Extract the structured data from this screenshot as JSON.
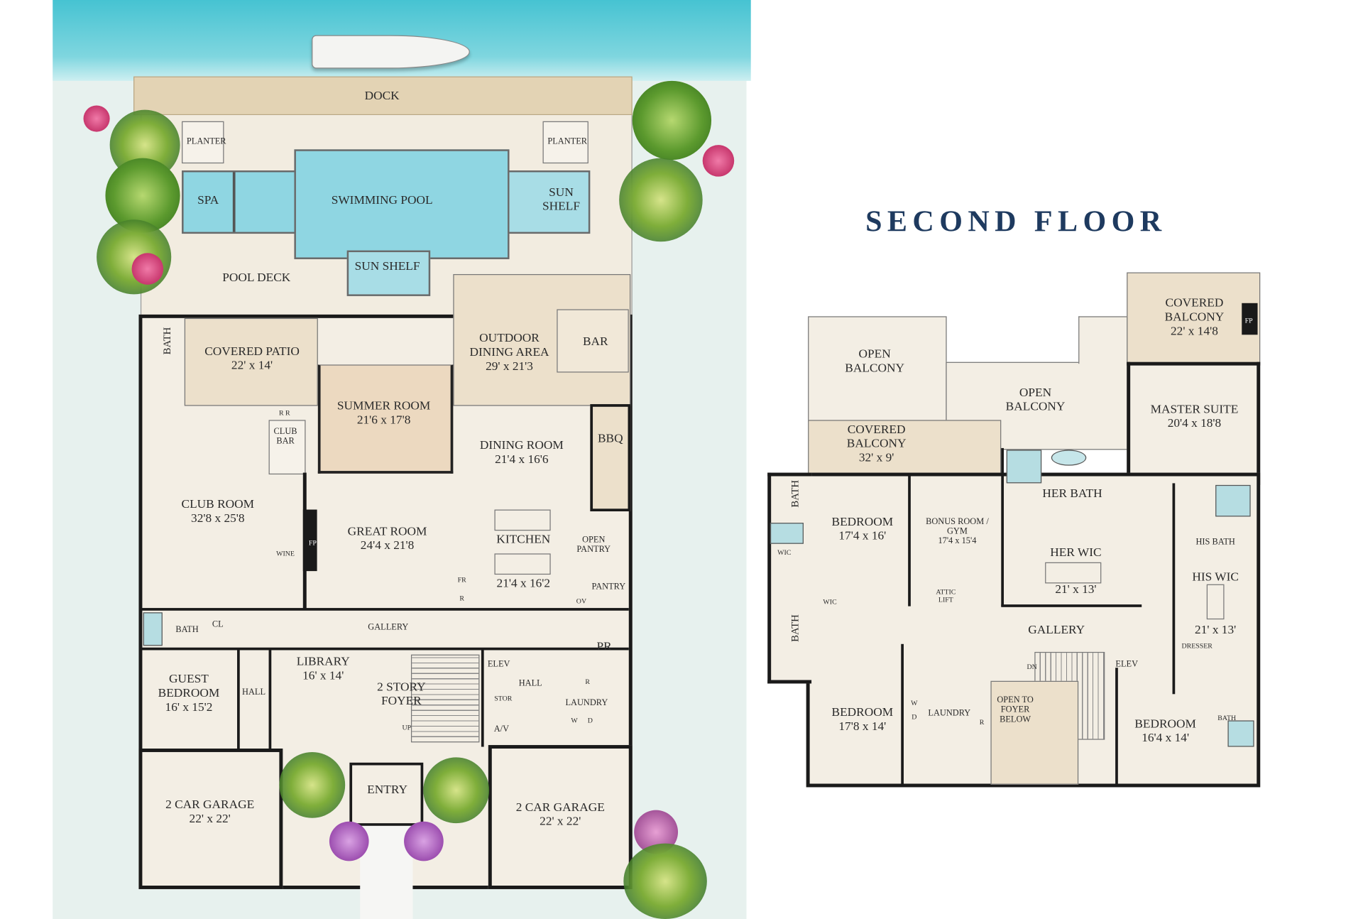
{
  "title": "SECOND FLOOR",
  "colors": {
    "title": "#1e3a5f",
    "water": "#46c3d2",
    "pool": "#8fd6e2",
    "covered": "#ece0cb",
    "floor": "#f3eee4",
    "wall": "#1a1a1a"
  },
  "first_floor": {
    "dock": "DOCK",
    "planter_left": "PLANTER",
    "planter_right": "PLANTER",
    "spa": "SPA",
    "swimming_pool": "SWIMMING POOL",
    "sun_shelf_right": "SUN\nSHELF",
    "sun_shelf_bottom": "SUN SHELF",
    "pool_deck": "POOL DECK",
    "bath_patio": "BATH",
    "covered_patio": "COVERED PATIO\n22' x 14'",
    "outdoor_dining": "OUTDOOR\nDINING AREA\n29' x 21'3",
    "bar": "BAR",
    "summer_room": "SUMMER ROOM\n21'6 x 17'8",
    "club_bar_r": "R  R",
    "club_bar": "CLUB\nBAR",
    "bbq": "BBQ",
    "dining_room": "DINING ROOM\n21'4  x 16'6",
    "club_room": "CLUB ROOM\n32'8  x 25'8",
    "wine": "WINE",
    "fp": "FP",
    "great_room": "GREAT ROOM\n24'4  x 21'8",
    "kitchen": "KITCHEN",
    "kitchen_size": "21'4  x 16'2",
    "fr": "FR",
    "r_kitchen": "R",
    "open_pantry": "OPEN\nPANTRY",
    "pantry": "PANTRY",
    "ov": "OV",
    "gallery": "GALLERY",
    "bath_guest": "BATH",
    "cl": "CL",
    "pr": "PR",
    "guest_bedroom": "GUEST\nBEDROOM\n16' x 15'2",
    "hall_left": "HALL",
    "library": "LIBRARY\n16' x 14'",
    "foyer": "2 STORY\nFOYER",
    "up": "UP",
    "elev": "ELEV",
    "hall_right": "HALL",
    "stor": "STOR",
    "laundry": "LAUNDRY",
    "r_laundry": "R",
    "w": "W",
    "d": "D",
    "av": "A/V",
    "entry": "ENTRY",
    "garage_left": "2 CAR GARAGE\n22' x 22'",
    "garage_right": "2 CAR GARAGE\n22' x 22'"
  },
  "second_floor": {
    "open_balcony_left": "OPEN\nBALCONY",
    "open_balcony_center": "OPEN\nBALCONY",
    "covered_balcony_master": "COVERED\nBALCONY\n22' x 14'8",
    "fp": "FP",
    "covered_balcony": "COVERED\nBALCONY\n32' x 9'",
    "master_suite": "MASTER SUITE\n20'4 x 18'8",
    "her_bath": "HER BATH",
    "bath_upper": "BATH",
    "bedroom_1": "BEDROOM\n17'4 x 16'",
    "bonus_room": "BONUS ROOM /\nGYM\n17'4 x 15'4",
    "wic_1": "WIC",
    "her_wic": "HER WIC",
    "her_wic_size": "21' x 13'",
    "his_bath": "HIS BATH",
    "his_wic": "HIS WIC",
    "his_wic_size": "21' x 13'",
    "attic_lift": "ATTIC\nLIFT",
    "wic_2": "WIC",
    "bath_lower": "BATH",
    "gallery": "GALLERY",
    "dresser": "DRESSER",
    "dn": "DN",
    "elev": "ELEV",
    "laundry": "LAUNDRY",
    "w": "W",
    "d": "D",
    "r": "R",
    "open_to_foyer": "OPEN TO\nFOYER\nBELOW",
    "bedroom_2": "BEDROOM\n17'8 x 14'",
    "bedroom_3": "BEDROOM\n16'4 x 14'",
    "bath_bedroom_3": "BATH"
  }
}
